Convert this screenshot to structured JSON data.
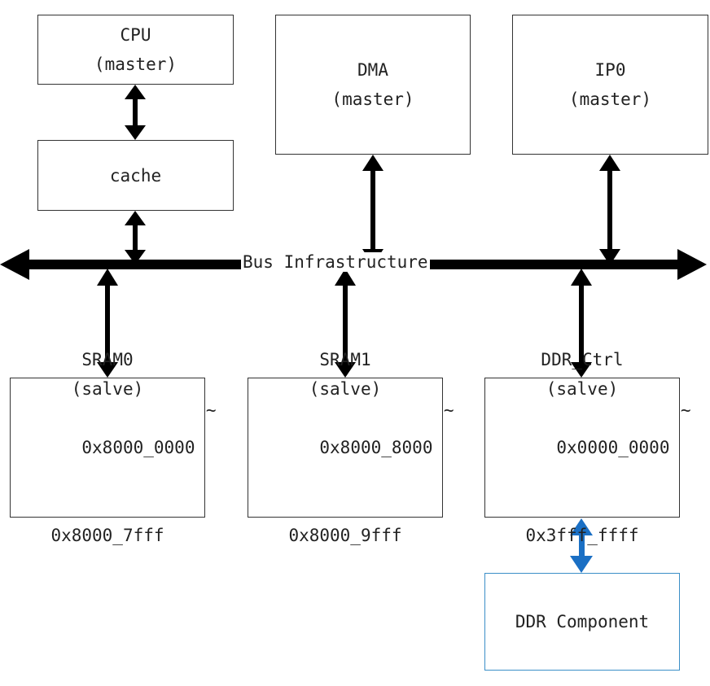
{
  "diagram": {
    "cpu": {
      "name": "CPU",
      "role": "(master)"
    },
    "cache": {
      "name": "cache"
    },
    "dma": {
      "name": "DMA",
      "role": "(master)"
    },
    "ip0": {
      "name": "IP0",
      "role": "(master)"
    },
    "bus": {
      "label": "Bus Infrastructure"
    },
    "sram0": {
      "name": "SRAM0",
      "role": "(salve)",
      "addr_start": "0x8000_0000",
      "tilde": "~",
      "addr_end": "0x8000_7fff"
    },
    "sram1": {
      "name": "SRAM1",
      "role": "(salve)",
      "addr_start": "0x8000_8000",
      "tilde": "~",
      "addr_end": "0x8000_9fff"
    },
    "ddr_ctrl": {
      "name": "DDR_Ctrl",
      "role": "(salve)",
      "addr_start": "0x0000_0000",
      "tilde": "~",
      "addr_end": "0x3fff_ffff"
    },
    "ddr_component": {
      "name": "DDR Component"
    }
  },
  "colors": {
    "line": "#000000",
    "box_border": "#333333",
    "ddr_link": "#1a6fc4",
    "ddr_component_border": "#3b8fc7"
  }
}
